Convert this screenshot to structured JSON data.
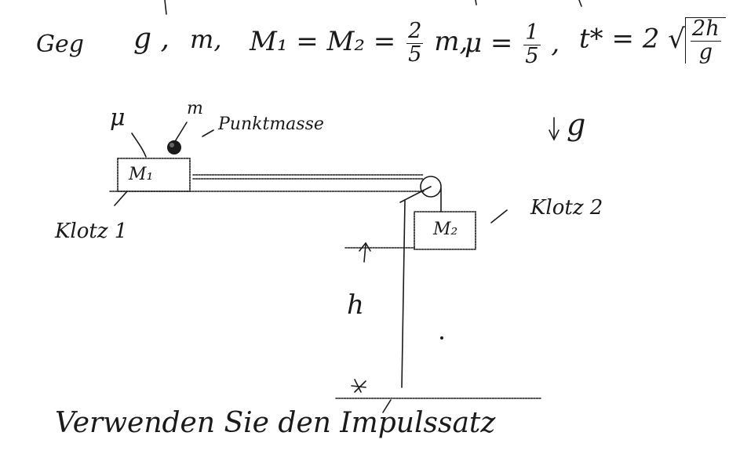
{
  "given": {
    "label": "Geg",
    "g": "g ,",
    "m": "m,",
    "masses_lhs": "M₁ = M₂ =",
    "mass_frac_num": "2",
    "mass_frac_den": "5",
    "mass_unit": "m,",
    "mu_lhs": "μ =",
    "mu_frac_num": "1",
    "mu_frac_den": "5",
    "t_lhs": "t* = 2",
    "t_num": "2h",
    "t_den": "g"
  },
  "diagram": {
    "mu_label": "μ",
    "m_label": "m",
    "point_mass_label": "Punktmasse",
    "block1_label": "M₁",
    "block1_name": "Klotz 1",
    "block2_label": "M₂",
    "block2_name": "Klotz 2",
    "height_label": "h",
    "gravity_label": "g"
  },
  "instruction": "Verwenden Sie den Impulssatz"
}
